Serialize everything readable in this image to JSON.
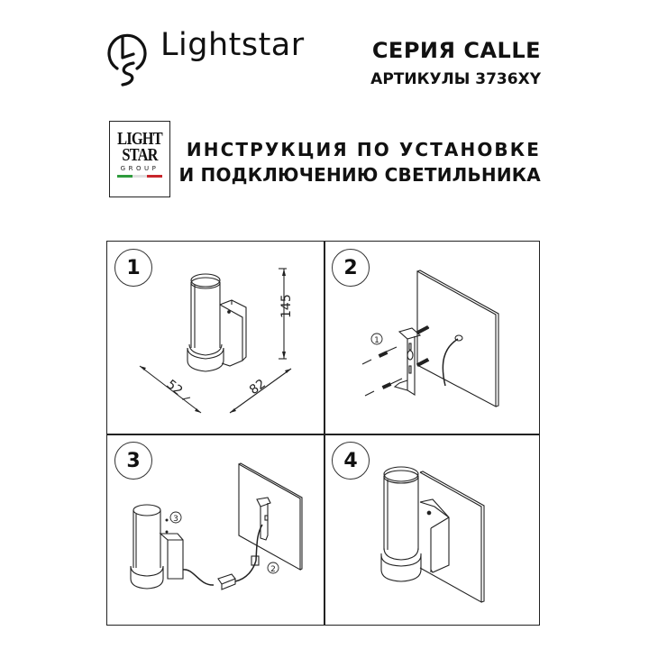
{
  "header": {
    "brand_name": "Lightstar",
    "series_title": "СЕРИЯ CALLE",
    "articles": "АРТИКУЛЫ 3736XY"
  },
  "group_logo": {
    "line1": "LIGHT",
    "line2": "STAR",
    "line3": "GROUP",
    "flag_colors": [
      "#2e9b3c",
      "#e8e8e8",
      "#c8262c"
    ]
  },
  "instructions": {
    "line1": "ИНСТРУКЦИЯ ПО УСТАНОВКЕ",
    "line2": "И ПОДКЛЮЧЕНИЮ СВЕТИЛЬНИКА"
  },
  "steps": [
    {
      "number": "1",
      "dimensions": {
        "height": "145",
        "depth": "52",
        "width": "82"
      }
    },
    {
      "number": "2",
      "callout": "1"
    },
    {
      "number": "3",
      "callouts": [
        "3",
        "2"
      ]
    },
    {
      "number": "4"
    }
  ]
}
